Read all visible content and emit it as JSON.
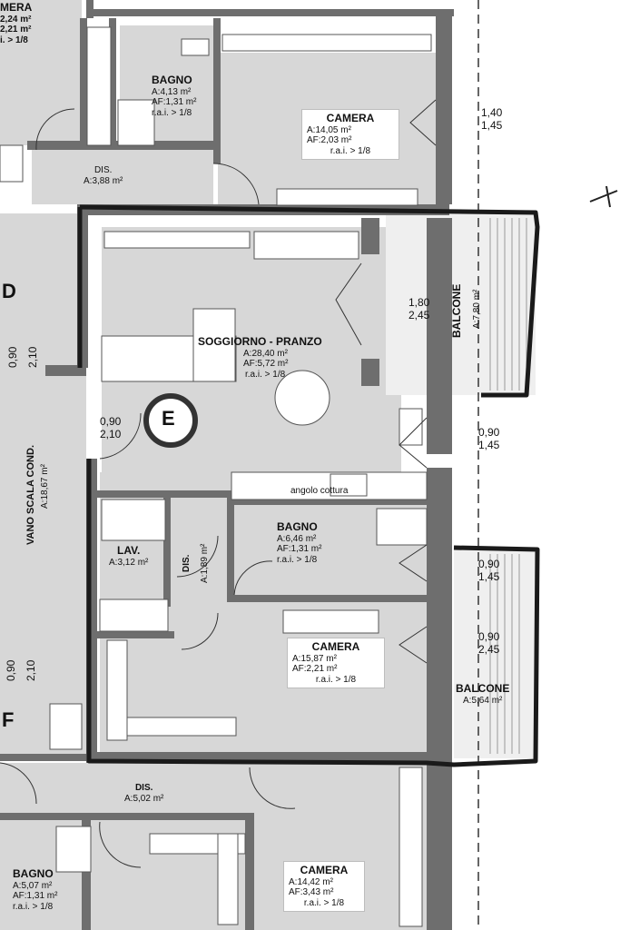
{
  "rooms": {
    "camera_top_left": {
      "title": "MERA",
      "area": "2,24 m²",
      "af": "2,21 m²",
      "rai": "i. > 1/8"
    },
    "bagno_top": {
      "title": "BAGNO",
      "area": "A:4,13 m²",
      "af": "AF:1,31 m²",
      "rai": "r.a.i. > 1/8"
    },
    "camera_top": {
      "title": "CAMERA",
      "area": "A:14,05 m²",
      "af": "AF:2,03 m²",
      "rai": "r.a.i. > 1/8"
    },
    "dis_top": {
      "title": "DIS.",
      "area": "A:3,88 m²"
    },
    "soggiorno": {
      "title": "SOGGIORNO - PRANZO",
      "area": "A:28,40 m²",
      "af": "AF:5,72 m²",
      "rai": "r.a.i. > 1/8"
    },
    "balcone_top": {
      "title": "BALCONE",
      "area": "A:7,80 m²"
    },
    "angolo_cottura": {
      "title": "angolo cottura"
    },
    "bagno_mid": {
      "title": "BAGNO",
      "area": "A:6,46 m²",
      "af": "AF:1,31 m²",
      "rai": "r.a.i. > 1/8"
    },
    "lav": {
      "title": "LAV.",
      "area": "A:3,12 m²"
    },
    "dis_mid": {
      "title": "DIS.",
      "area": "A:1,89 m²"
    },
    "camera_mid": {
      "title": "CAMERA",
      "area": "A:15,87 m²",
      "af": "AF:2,21 m²",
      "rai": "r.a.i. > 1/8"
    },
    "balcone_bottom": {
      "title": "BALCONE",
      "area": "A:5,64 m²"
    },
    "dis_bottom": {
      "title": "DIS.",
      "area": "A:5,02 m²"
    },
    "bagno_bottom": {
      "title": "BAGNO",
      "area": "A:5,07 m²",
      "af": "AF:1,31 m²",
      "rai": "r.a.i. > 1/8"
    },
    "camera_bottom": {
      "title": "CAMERA",
      "area": "A:14,42 m²",
      "af": "AF:3,43 m²",
      "rai": "r.a.i. > 1/8"
    },
    "vano_scala": {
      "title": "VANO SCALA COND.",
      "area": "A:18,67 m²"
    }
  },
  "units": {
    "d": "D",
    "e": "E",
    "f": "F"
  },
  "dimensions": {
    "win_camera_top": {
      "w": "1,40",
      "h": "1,45"
    },
    "win_balcone_top": {
      "w": "1,80",
      "h": "2,45"
    },
    "win_kitchen": {
      "w": "0,90",
      "h": "1,45"
    },
    "win_bagno_mid": {
      "w": "0,90",
      "h": "1,45"
    },
    "win_camera_mid": {
      "w": "0,90",
      "h": "2,45"
    },
    "door_entrance": {
      "w": "0,90",
      "h": "2,10"
    },
    "door_d": {
      "w": "0,90",
      "h": "2,10"
    },
    "door_f": {
      "w": "0,90",
      "h": "2,10"
    }
  },
  "colors": {
    "wall": "#6e6e6e",
    "floor": "#d7d7d7",
    "outline": "#1a1a1a",
    "balcony": "#efefef"
  }
}
